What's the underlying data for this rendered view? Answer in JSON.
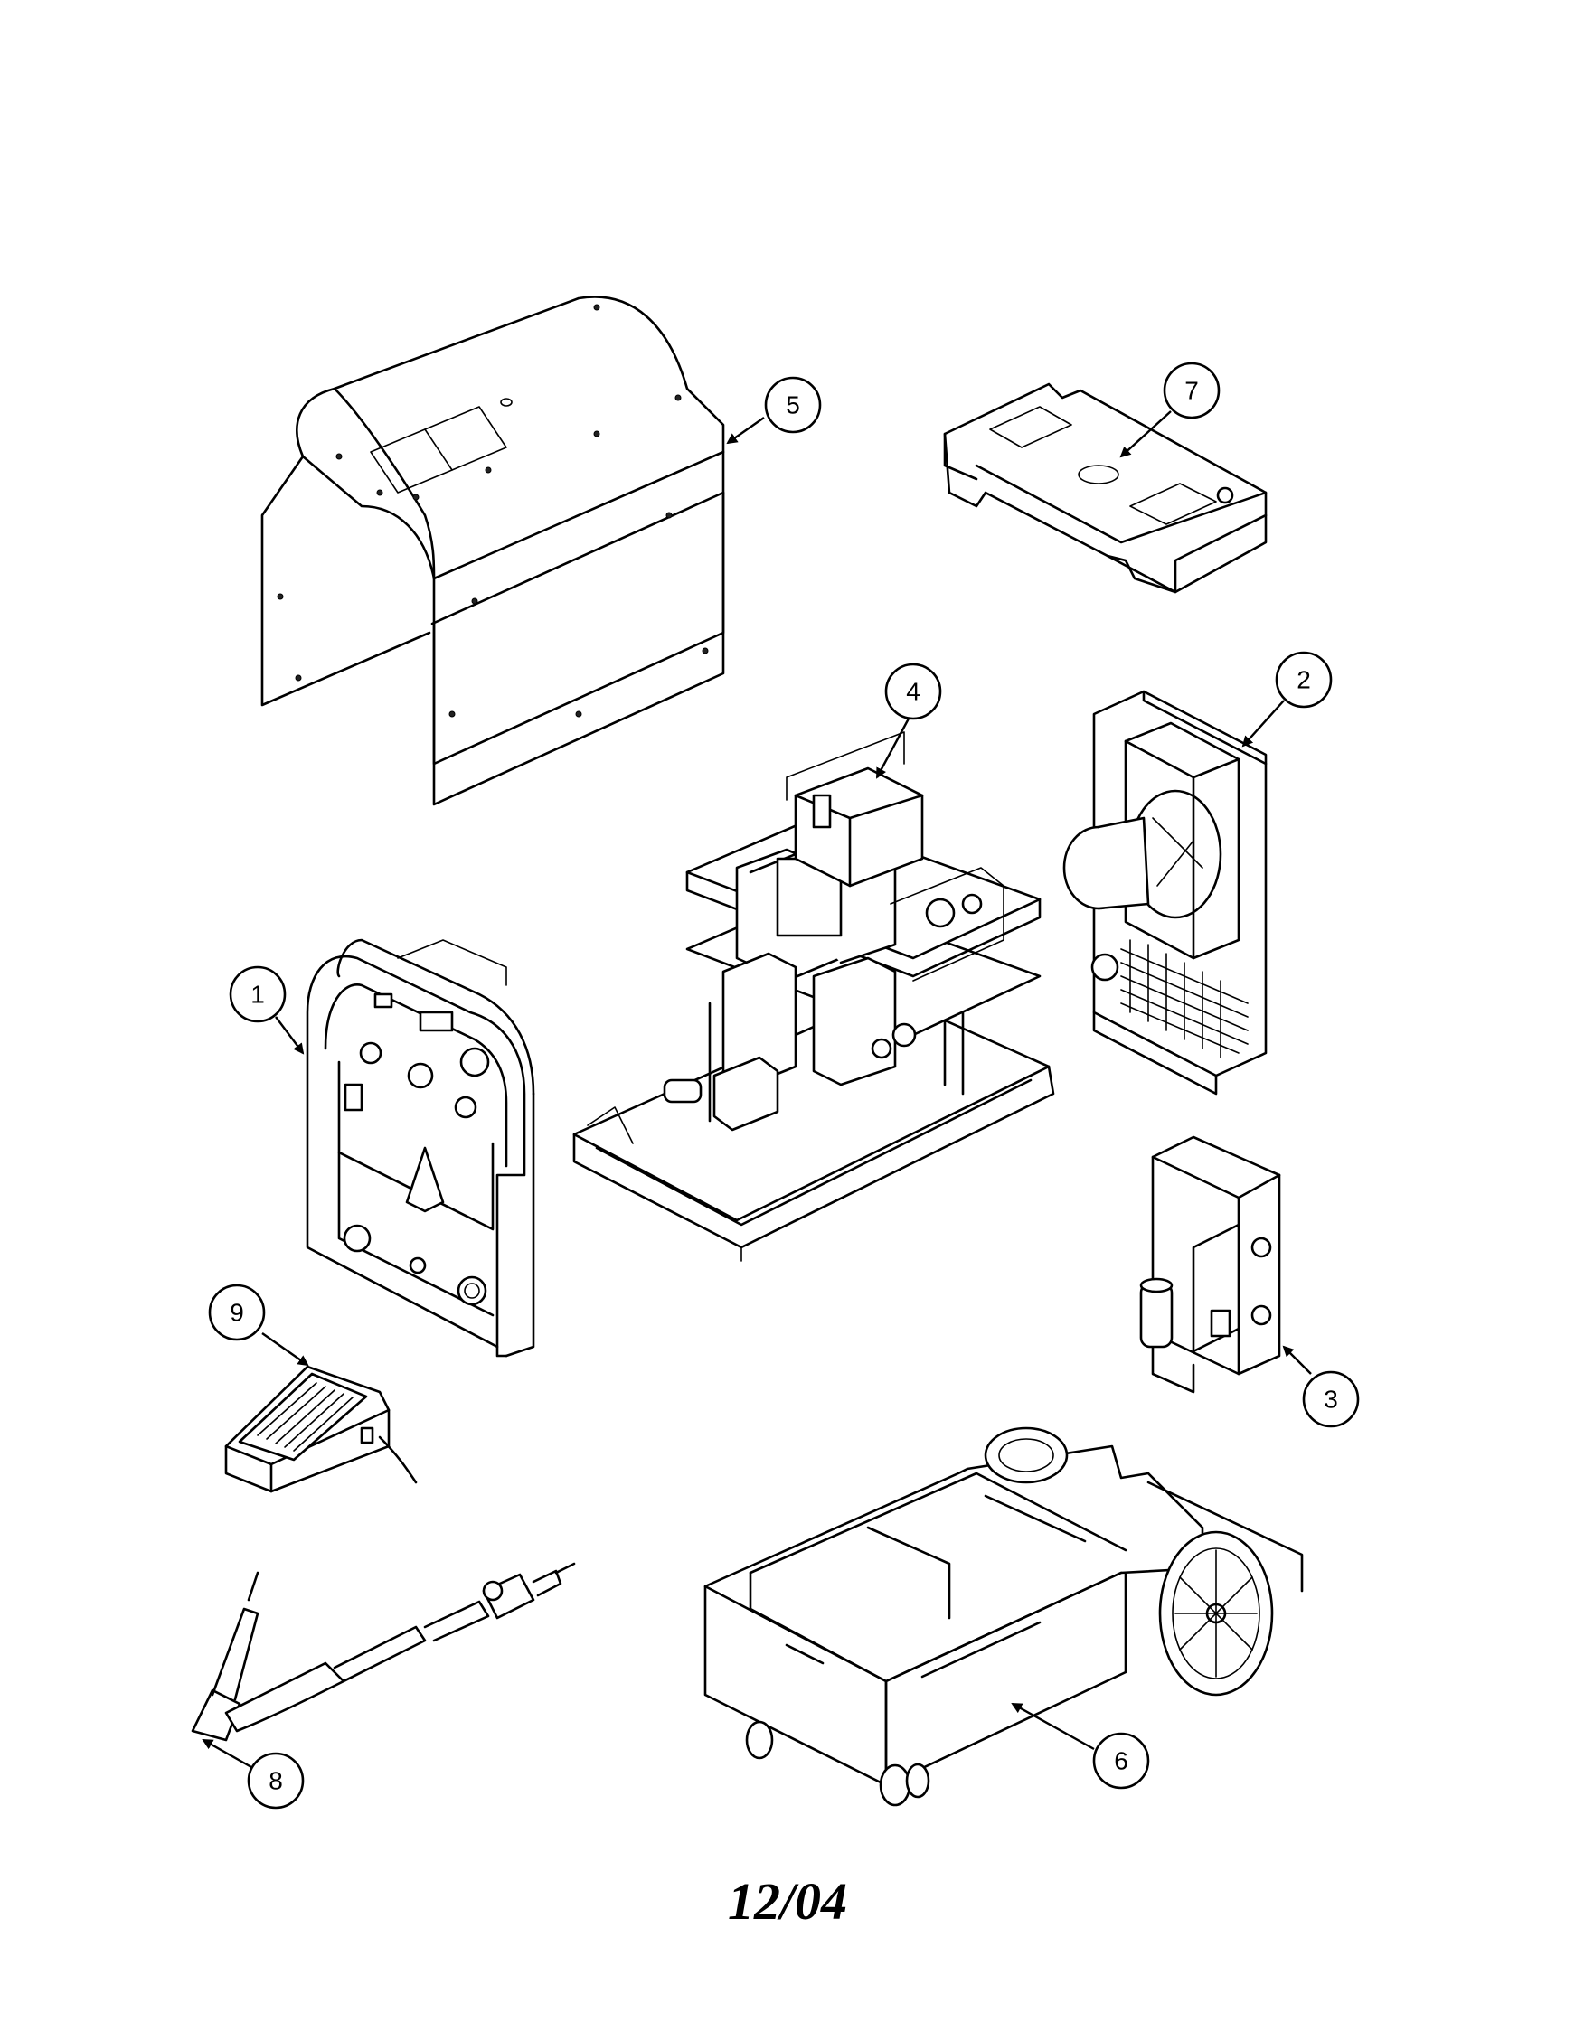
{
  "callouts": [
    {
      "label": "1"
    },
    {
      "label": "2"
    },
    {
      "label": "3"
    },
    {
      "label": "4"
    },
    {
      "label": "5"
    },
    {
      "label": "6"
    },
    {
      "label": "7"
    },
    {
      "label": "8"
    },
    {
      "label": "9"
    }
  ],
  "footer": {
    "date": "12/04"
  }
}
